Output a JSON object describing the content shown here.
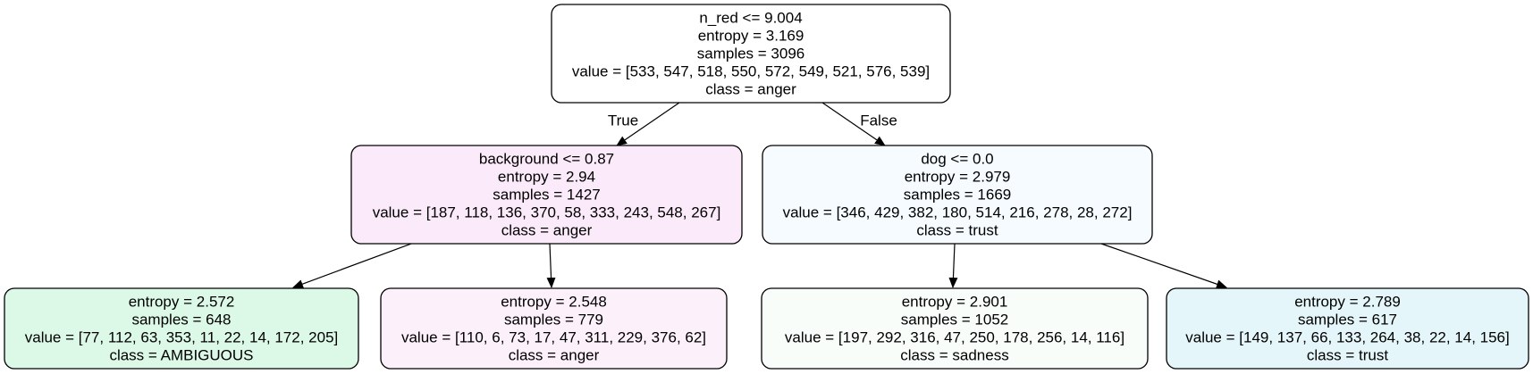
{
  "tree": {
    "nodes": [
      {
        "id": "root",
        "fill": "#ffffff",
        "lines": [
          "n_red <= 9.004",
          "entropy = 3.169",
          "samples = 3096",
          "value = [533, 547, 518, 550, 572, 549, 521, 576, 539]",
          "class = anger"
        ]
      },
      {
        "id": "left",
        "fill": "#fbeaf9",
        "lines": [
          "background <= 0.87",
          "entropy = 2.94",
          "samples = 1427",
          "value = [187, 118, 136, 370, 58, 333, 243, 548, 267]",
          "class = anger"
        ]
      },
      {
        "id": "right",
        "fill": "#f5fbfe",
        "lines": [
          "dog <= 0.0",
          "entropy = 2.979",
          "samples = 1669",
          "value = [346, 429, 382, 180, 514, 216, 278, 28, 272]",
          "class = trust"
        ]
      },
      {
        "id": "left-left",
        "fill": "#dcf8e6",
        "lines": [
          "entropy = 2.572",
          "samples = 648",
          "value = [77, 112, 63, 353, 11, 22, 14, 172, 205]",
          "class = AMBIGUOUS"
        ]
      },
      {
        "id": "left-right",
        "fill": "#fcf0fa",
        "lines": [
          "entropy = 2.548",
          "samples = 779",
          "value = [110, 6, 73, 17, 47, 311, 229, 376, 62]",
          "class = anger"
        ]
      },
      {
        "id": "right-left",
        "fill": "#f9fdfa",
        "lines": [
          "entropy = 2.901",
          "samples = 1052",
          "value = [197, 292, 316, 47, 250, 178, 256, 14, 116]",
          "class = sadness"
        ]
      },
      {
        "id": "right-right",
        "fill": "#e4f6f9",
        "lines": [
          "entropy = 2.789",
          "samples = 617",
          "value = [149, 137, 66, 133, 264, 38, 22, 14, 156]",
          "class = trust"
        ]
      }
    ],
    "edges": [
      {
        "from": "root",
        "to": "left",
        "label": "True"
      },
      {
        "from": "root",
        "to": "right",
        "label": "False"
      },
      {
        "from": "left",
        "to": "left-left",
        "label": ""
      },
      {
        "from": "left",
        "to": "left-right",
        "label": ""
      },
      {
        "from": "right",
        "to": "right-left",
        "label": ""
      },
      {
        "from": "right",
        "to": "right-right",
        "label": ""
      }
    ]
  }
}
